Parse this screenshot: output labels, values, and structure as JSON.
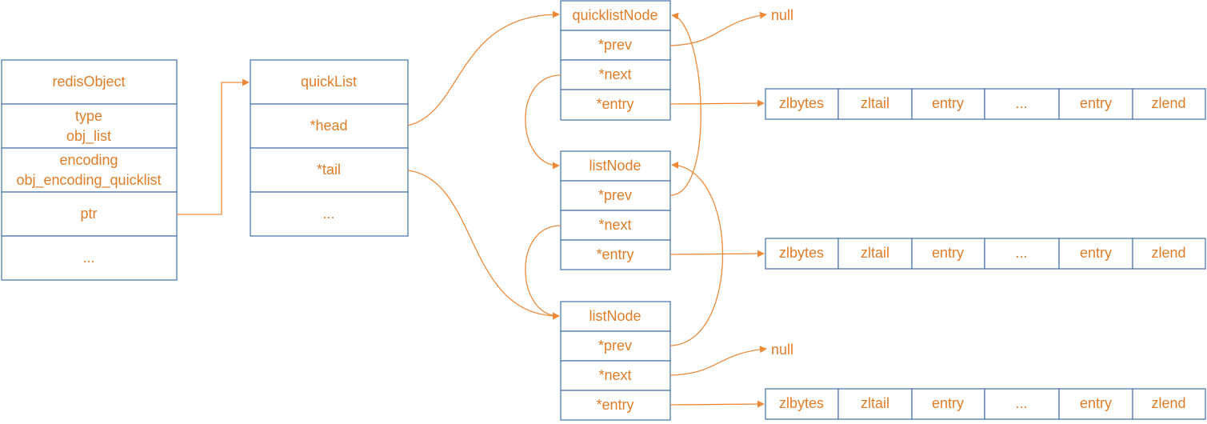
{
  "redis_object": {
    "title": "redisObject",
    "type_label": "type",
    "type_value": "obj_list",
    "encoding_label": "encoding",
    "encoding_value": "obj_encoding_quicklist",
    "ptr": "ptr",
    "more": "..."
  },
  "quicklist": {
    "title": "quickList",
    "head": "*head",
    "tail": "*tail",
    "more": "..."
  },
  "nodes": [
    {
      "title": "quicklistNode",
      "prev": "*prev",
      "next": "*next",
      "entry": "*entry"
    },
    {
      "title": "listNode",
      "prev": "*prev",
      "next": "*next",
      "entry": "*entry"
    },
    {
      "title": "listNode",
      "prev": "*prev",
      "next": "*next",
      "entry": "*entry"
    }
  ],
  "ziplists": [
    [
      "zlbytes",
      "zltail",
      "entry",
      "...",
      "entry",
      "zlend"
    ],
    [
      "zlbytes",
      "zltail",
      "entry",
      "...",
      "entry",
      "zlend"
    ],
    [
      "zlbytes",
      "zltail",
      "entry",
      "...",
      "entry",
      "zlend"
    ]
  ],
  "null_labels": [
    "null",
    "null"
  ],
  "colors": {
    "box_border": "#3f6ea8",
    "text": "#e07d29",
    "connector": "#ec8a3a"
  }
}
